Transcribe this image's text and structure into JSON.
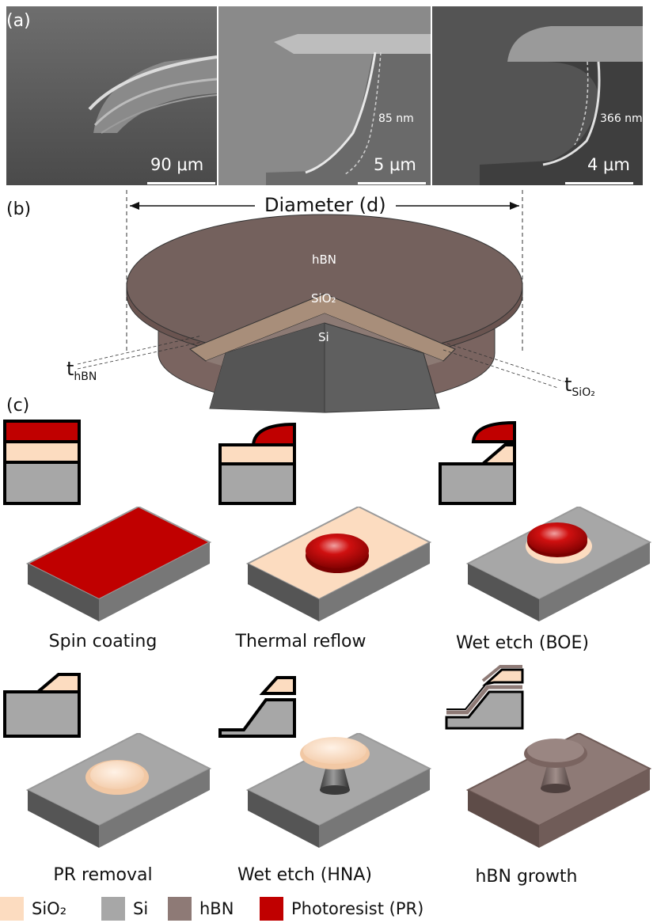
{
  "panels": {
    "a": "(a)",
    "b": "(b)",
    "c": "(c)"
  },
  "sem_images": [
    {
      "scale_bar": "90 μm",
      "measurement": ""
    },
    {
      "scale_bar": "5 μm",
      "measurement": "85 nm"
    },
    {
      "scale_bar": "4 μm",
      "measurement": "366 nm"
    }
  ],
  "schematic": {
    "diameter_label": "Diameter (d)",
    "layer_hbn": "hBN",
    "layer_sio2": "SiO₂",
    "layer_si": "Si",
    "t_hbn_main": "t",
    "t_hbn_sub": "hBN",
    "t_sio2_main": "t",
    "t_sio2_sub": "SiO₂"
  },
  "steps": [
    {
      "label": "Spin coating"
    },
    {
      "label": "Thermal reflow"
    },
    {
      "label": "Wet etch (BOE)"
    },
    {
      "label": "PR removal"
    },
    {
      "label": "Wet etch (HNA)"
    },
    {
      "label": "hBN growth"
    }
  ],
  "legend": [
    {
      "label": "SiO₂",
      "color": "#fcdcc0"
    },
    {
      "label": "Si",
      "color": "#a7a7a7"
    },
    {
      "label": "hBN",
      "color": "#8e7a76"
    },
    {
      "label": "Photoresist (PR)",
      "color": "#c00000"
    }
  ],
  "colors": {
    "sio2": "#fcdcc0",
    "si": "#a7a7a7",
    "hbn": "#8e7a76",
    "pr": "#c00000"
  }
}
